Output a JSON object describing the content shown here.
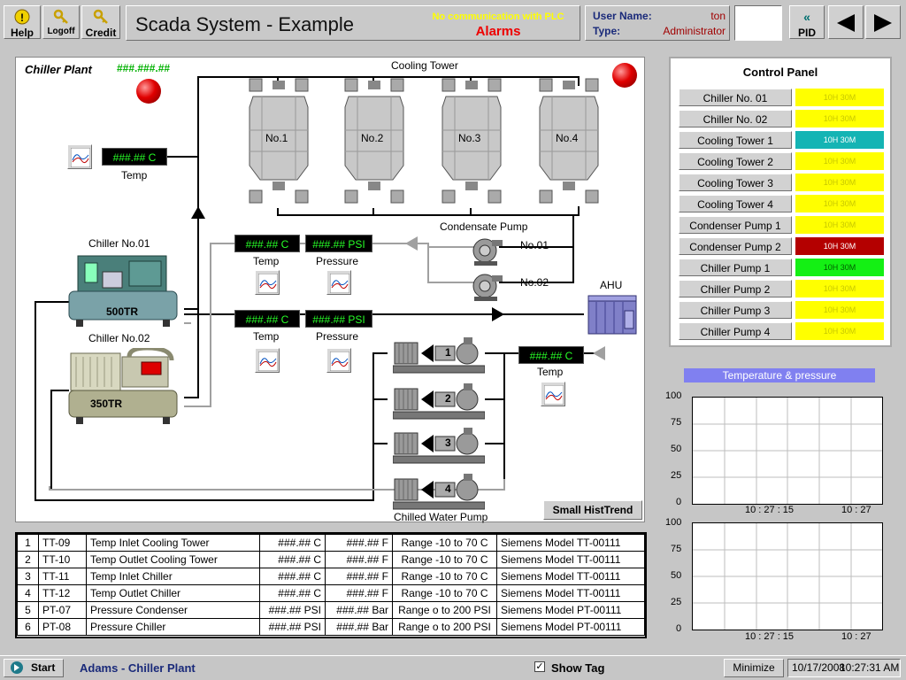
{
  "toolbar": {
    "help": "Help",
    "logoff": "Logoff",
    "credit": "Credit",
    "pid": "PID"
  },
  "header": {
    "title": "Scada System - Example",
    "no_comm": "No communication with PLC",
    "alarms": "Alarms",
    "user_name_label": "User Name:",
    "user_name": "ton",
    "type_label": "Type:",
    "type": "Administrator"
  },
  "diagram": {
    "plant_title": "Chiller Plant",
    "plant_code": "###.###.##",
    "cooling_tower_label": "Cooling Tower",
    "towers": [
      "No.1",
      "No.2",
      "No.3",
      "No.4"
    ],
    "temp_disp_1": "###.## C",
    "temp_label": "Temp",
    "pressure_label": "Pressure",
    "temp_disp_2": "###.## C",
    "psi_disp_1": "###.## PSI",
    "temp_disp_3": "###.## C",
    "psi_disp_2": "###.## PSI",
    "temp_disp_4": "###.## C",
    "condensate_pump_label": "Condensate Pump",
    "pump_no1": "No.01",
    "pump_no2": "No.02",
    "ahu_label": "AHU",
    "chiller1_label": "Chiller No.01",
    "chiller1_capacity": "500TR",
    "chiller2_label": "Chiller No.02",
    "chiller2_capacity": "350TR",
    "chilled_water_pump_label": "Chilled Water Pump",
    "pump_numbers": [
      "1",
      "2",
      "3",
      "4"
    ],
    "small_histtrend": "Small HistTrend"
  },
  "control_panel": {
    "title": "Control Panel",
    "items": [
      {
        "name": "Chiller No. 01",
        "status": "10H 30M",
        "color": "#ffff00"
      },
      {
        "name": "Chiller No. 02",
        "status": "10H 30M",
        "color": "#ffff00"
      },
      {
        "name": "Cooling Tower 1",
        "status": "10H 30M",
        "color": "#14b4b4"
      },
      {
        "name": "Cooling Tower 2",
        "status": "10H 30M",
        "color": "#ffff00"
      },
      {
        "name": "Cooling Tower 3",
        "status": "10H 30M",
        "color": "#ffff00"
      },
      {
        "name": "Cooling Tower 4",
        "status": "10H 30M",
        "color": "#ffff00"
      },
      {
        "name": "Condenser Pump 1",
        "status": "10H 30M",
        "color": "#ffff00"
      },
      {
        "name": "Condenser Pump 2",
        "status": "10H 30M",
        "color": "#b40000"
      },
      {
        "name": "Chiller Pump 1",
        "status": "10H 30M",
        "color": "#14f014"
      },
      {
        "name": "Chiller Pump 2",
        "status": "10H 30M",
        "color": "#ffff00"
      },
      {
        "name": "Chiller Pump 3",
        "status": "10H 30M",
        "color": "#ffff00"
      },
      {
        "name": "Chiller Pump 4",
        "status": "10H 30M",
        "color": "#ffff00"
      }
    ]
  },
  "trend": {
    "title": "Temperature & pressure",
    "y_ticks": [
      "100",
      "75",
      "50",
      "25",
      "0"
    ],
    "time_1": "10 : 27 : 15",
    "time_2": "10 : 27"
  },
  "table": {
    "rows": [
      [
        "1",
        "TT-09",
        "Temp Inlet Cooling Tower",
        "###.## C",
        "###.## F",
        "Range -10 to 70 C",
        "Siemens Model TT-00111"
      ],
      [
        "2",
        "TT-10",
        "Temp Outlet Cooling Tower",
        "###.## C",
        "###.## F",
        "Range -10 to 70 C",
        "Siemens Model TT-00111"
      ],
      [
        "3",
        "TT-11",
        "Temp Inlet Chiller",
        "###.## C",
        "###.## F",
        "Range -10 to 70 C",
        "Siemens Model TT-00111"
      ],
      [
        "4",
        "TT-12",
        "Temp Outlet Chiller",
        "###.## C",
        "###.## F",
        "Range -10 to 70 C",
        "Siemens Model TT-00111"
      ],
      [
        "5",
        "PT-07",
        "Pressure Condenser",
        "###.## PSI",
        "###.## Bar",
        "Range o to 200 PSI",
        "Siemens Model PT-00111"
      ],
      [
        "6",
        "PT-08",
        "Pressure Chiller",
        "###.## PSI",
        "###.## Bar",
        "Range o to 200 PSI",
        "Siemens Model PT-00111"
      ]
    ]
  },
  "statusbar": {
    "start": "Start",
    "location": "Adams - Chiller Plant",
    "show_tag": "Show Tag",
    "minimize": "Minimize",
    "date": "10/17/2008",
    "time": "10:27:31 AM"
  }
}
